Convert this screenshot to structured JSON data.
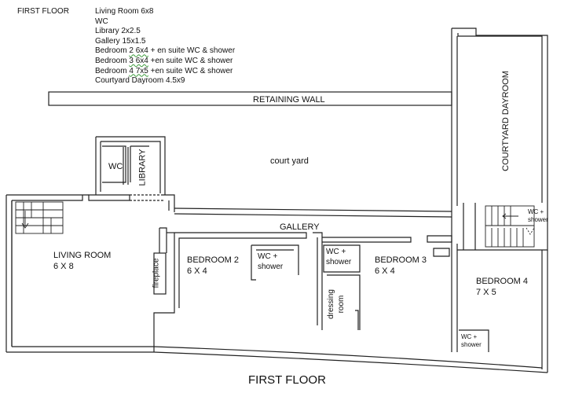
{
  "legend": {
    "title": "FIRST FLOOR",
    "items": [
      {
        "pre": "Living Room 6x8",
        "u": "",
        "post": ""
      },
      {
        "pre": "WC",
        "u": "",
        "post": ""
      },
      {
        "pre": "Library 2x2.5",
        "u": "",
        "post": ""
      },
      {
        "pre": "Gallery 15x1.5",
        "u": "",
        "post": ""
      },
      {
        "pre": "Bedroom ",
        "u": "2  6x4",
        "post": " + en suite WC & shower"
      },
      {
        "pre": "Bedroom ",
        "u": "3  6x4",
        "post": "  +en suite WC & shower"
      },
      {
        "pre": "Bedroom ",
        "u": "4  7x5",
        "post": "  +en suite WC & shower"
      },
      {
        "pre": "Courtyard Dayroom 4.5x9",
        "u": "",
        "post": ""
      }
    ]
  },
  "plan": {
    "retaining_wall": "RETAINING WALL",
    "courtyard_dayroom": "COURTYARD DAYROOM",
    "court_yard": "court yard",
    "gallery": "GALLERY",
    "wc": "WC",
    "library": "LIBRARY",
    "living_room": {
      "name": "LIVING ROOM",
      "size": "6 X 8"
    },
    "fireplace": "fireplace",
    "bedroom2": {
      "name": "BEDROOM 2",
      "size": "6 X 4"
    },
    "wc_shower_a": {
      "l1": "WC +",
      "l2": "shower"
    },
    "wc_shower_b": {
      "l1": "WC +",
      "l2": "shower"
    },
    "bedroom3": {
      "name": "BEDROOM 3",
      "size": "6 X 4"
    },
    "dressing_room": {
      "l1": "dressing",
      "l2": "room"
    },
    "wc_shower_c": {
      "l1": "WC +",
      "l2": "shower"
    },
    "bedroom4": {
      "name": "BEDROOM 4",
      "size": "7 X 5"
    },
    "wc_shower_d": {
      "l1": "WC +",
      "l2": "shower"
    }
  },
  "footer": "FIRST FLOOR"
}
